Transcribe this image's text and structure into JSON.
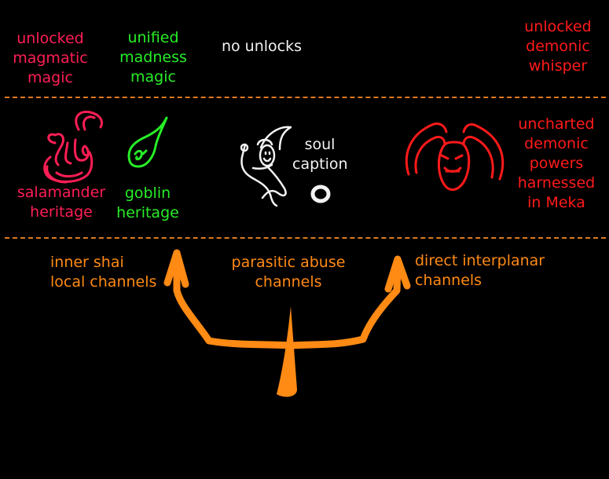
{
  "colors": {
    "crimson": "#ff1e55",
    "green": "#27ee27",
    "white": "#f2f2f2",
    "red": "#ff1a1a",
    "orange": "#ff8a14",
    "divider": "#e07a1f",
    "background": "#000000"
  },
  "top_row": {
    "salamander_unlock": "unlocked\nmagmatic\nmagic",
    "goblin_unlock": "unified\nmadness\nmagic",
    "soul_unlock": "no unlocks",
    "demonic_unlock": "unlocked\ndemonic\nwhisper"
  },
  "middle_row": {
    "salamander": {
      "label": "salamander\nheritage",
      "icon": "salamander-flame-icon"
    },
    "goblin": {
      "label": "goblin\nheritage",
      "icon": "goblin-leaf-icon"
    },
    "soul": {
      "label": "soul\ncaption",
      "icon": "soul-figure-icon"
    },
    "demonic": {
      "label": "uncharted\ndemonic\npowers\nharnessed\nin Meka",
      "icon": "horned-demon-icon"
    }
  },
  "bottom_row": {
    "left_channel": "inner shai\nlocal channels",
    "center_channel": "parasitic abuse\nchannels",
    "right_channel": "direct interplanar\nchannels",
    "icon": "trident-arrows-icon"
  }
}
